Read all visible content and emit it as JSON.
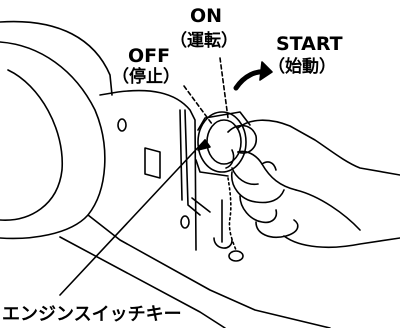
{
  "labels": {
    "on": "ON",
    "on_jp": "（運転）",
    "off": "OFF",
    "off_jp": "（停止）",
    "start": "START",
    "start_jp": "（始動）",
    "caption": "エンジンスイッチキー"
  },
  "colors": {
    "line": "#000000",
    "background": "#ffffff"
  }
}
